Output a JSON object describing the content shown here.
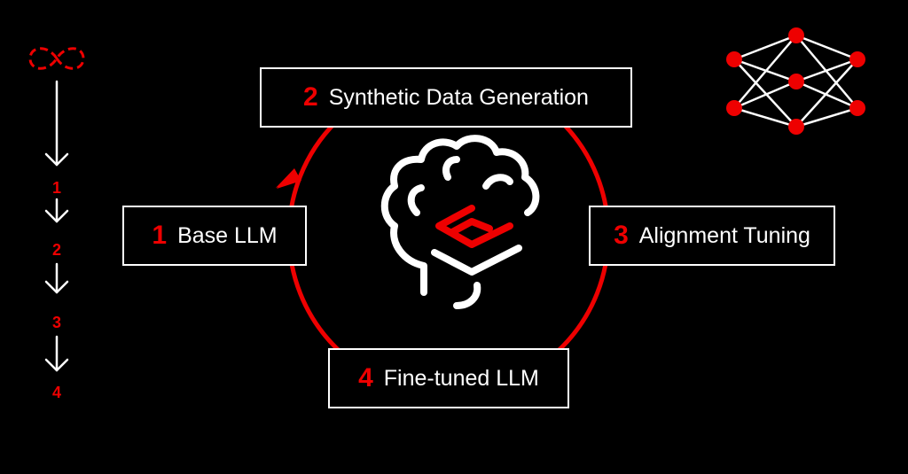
{
  "colors": {
    "background": "#000000",
    "accent": "#ee0000",
    "line": "#ffffff"
  },
  "steps": [
    {
      "num": "1",
      "label": "Base LLM"
    },
    {
      "num": "2",
      "label": "Synthetic Data Generation"
    },
    {
      "num": "3",
      "label": "Alignment Tuning"
    },
    {
      "num": "4",
      "label": "Fine-tuned LLM"
    }
  ],
  "side_steps": [
    "1",
    "2",
    "3",
    "4"
  ],
  "icons": {
    "center": "brain-stack-icon",
    "top_left": "infinity-icon",
    "top_right": "neural-network-icon"
  }
}
